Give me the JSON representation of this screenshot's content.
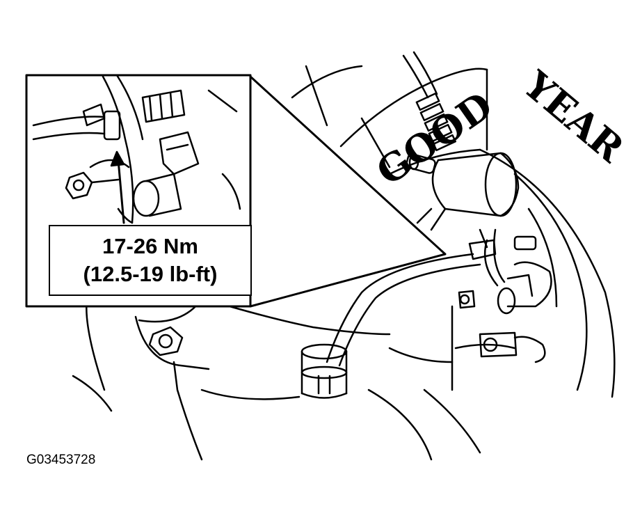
{
  "callout": {
    "torque_nm": "17-26 Nm",
    "torque_lbft": "(12.5-19 lb-ft)"
  },
  "tire": {
    "brand_left": "GOOD",
    "brand_right": "YEAR"
  },
  "figure_id": "G03453728"
}
